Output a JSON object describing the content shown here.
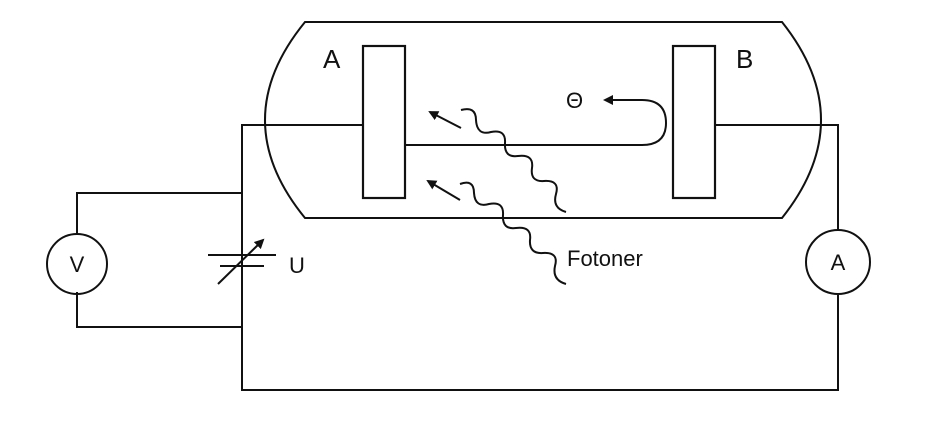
{
  "labels": {
    "electrode_a": "A",
    "electrode_b": "B",
    "electron_symbol": "Θ",
    "voltage_source": "U",
    "voltmeter": "V",
    "ammeter": "A",
    "photons": "Fotoner"
  },
  "colors": {
    "stroke": "#111111",
    "background": "#ffffff"
  }
}
